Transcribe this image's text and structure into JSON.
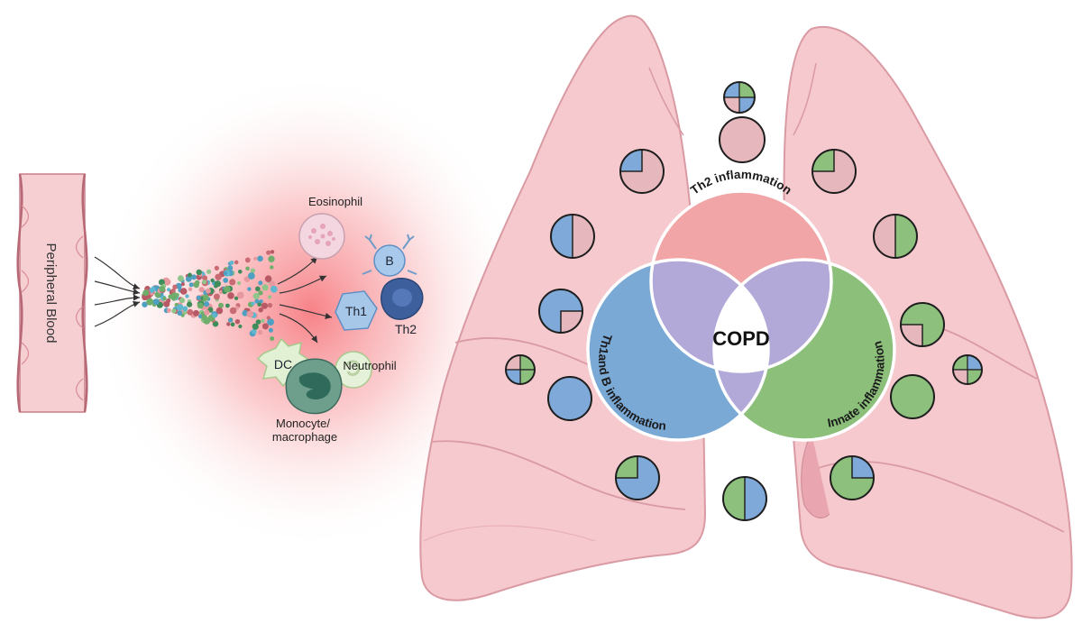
{
  "vessel": {
    "label": "Peripheral Blood"
  },
  "cells": {
    "eosinophil": "Eosinophil",
    "b_cell": "B",
    "th1": "Th1",
    "th2": "Th2",
    "dc": "DC",
    "neutrophil": "Neutrophil",
    "monocyte_line1": "Monocyte/",
    "monocyte_line2": "macrophage"
  },
  "venn": {
    "center": "COPD",
    "th2": "Th2 inflammation",
    "th1_b": "Th1and B inflammation",
    "innate": "Innate inflammation"
  },
  "colors": {
    "th2": "#f2a5a6",
    "th1_b": "#7aa9d6",
    "innate": "#8cbf7a",
    "overlap": "#b2a9d8",
    "lung": "#f6c9cf",
    "pie_pink": "#e6b8bd",
    "pie_blue": "#7ea9d9",
    "pie_green": "#8cc07c"
  }
}
